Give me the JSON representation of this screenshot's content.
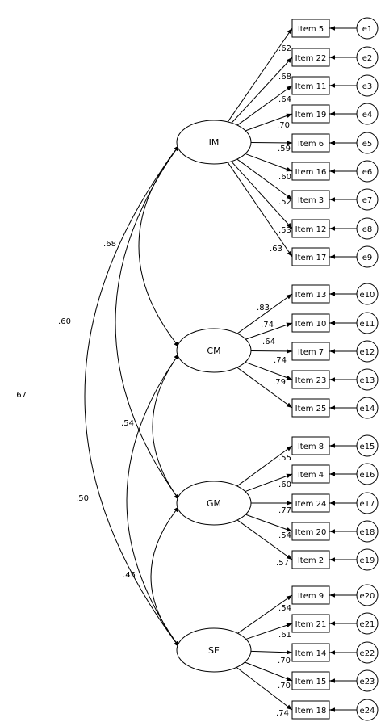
{
  "factors": [
    {
      "id": "IM",
      "label": "IM",
      "items": [
        {
          "label": "Item 5",
          "loading": ".62",
          "error": "e1"
        },
        {
          "label": "Item 22",
          "loading": ".68",
          "error": "e2"
        },
        {
          "label": "Item 11",
          "loading": ".64",
          "error": "e3"
        },
        {
          "label": "Item 19",
          "loading": ".70",
          "error": "e4"
        },
        {
          "label": "Item 6",
          "loading": ".59",
          "error": "e5"
        },
        {
          "label": "Item 16",
          "loading": ".60",
          "error": "e6"
        },
        {
          "label": "Item 3",
          "loading": ".52",
          "error": "e7"
        },
        {
          "label": "Item 12",
          "loading": ".53",
          "error": "e8"
        },
        {
          "label": "Item 17",
          "loading": ".63",
          "error": "e9"
        }
      ]
    },
    {
      "id": "CM",
      "label": "CM",
      "items": [
        {
          "label": "Item 13",
          "loading": ".83",
          "error": "e10"
        },
        {
          "label": "Item 10",
          "loading": ".74",
          "error": "e11"
        },
        {
          "label": "Item 7",
          "loading": ".64",
          "error": "e12"
        },
        {
          "label": "Item 23",
          "loading": ".74",
          "error": "e13"
        },
        {
          "label": "Item 25",
          "loading": ".79",
          "error": "e14"
        }
      ]
    },
    {
      "id": "GM",
      "label": "GM",
      "items": [
        {
          "label": "Item 8",
          "loading": ".55",
          "error": "e15"
        },
        {
          "label": "Item 4",
          "loading": ".60",
          "error": "e16"
        },
        {
          "label": "Item 24",
          "loading": ".77",
          "error": "e17"
        },
        {
          "label": "Item 20",
          "loading": ".54",
          "error": "e18"
        },
        {
          "label": "Item 2",
          "loading": ".57",
          "error": "e19"
        }
      ]
    },
    {
      "id": "SE",
      "label": "SE",
      "items": [
        {
          "label": "Item 9",
          "loading": ".54",
          "error": "e20"
        },
        {
          "label": "Item 21",
          "loading": ".61",
          "error": "e21"
        },
        {
          "label": "Item 14",
          "loading": ".70",
          "error": "e22"
        },
        {
          "label": "Item 15",
          "loading": ".70",
          "error": "e23"
        },
        {
          "label": "Item 18",
          "loading": ".74",
          "error": "e24"
        }
      ]
    }
  ],
  "correlations": [
    {
      "from": "IM",
      "to": "CM",
      "value": ".68"
    },
    {
      "from": "IM",
      "to": "GM",
      "value": ".60"
    },
    {
      "from": "IM",
      "to": "SE",
      "value": ".67"
    },
    {
      "from": "CM",
      "to": "GM",
      "value": ".54"
    },
    {
      "from": "CM",
      "to": "SE",
      "value": ".50"
    },
    {
      "from": "GM",
      "to": "SE",
      "value": ".45"
    }
  ]
}
